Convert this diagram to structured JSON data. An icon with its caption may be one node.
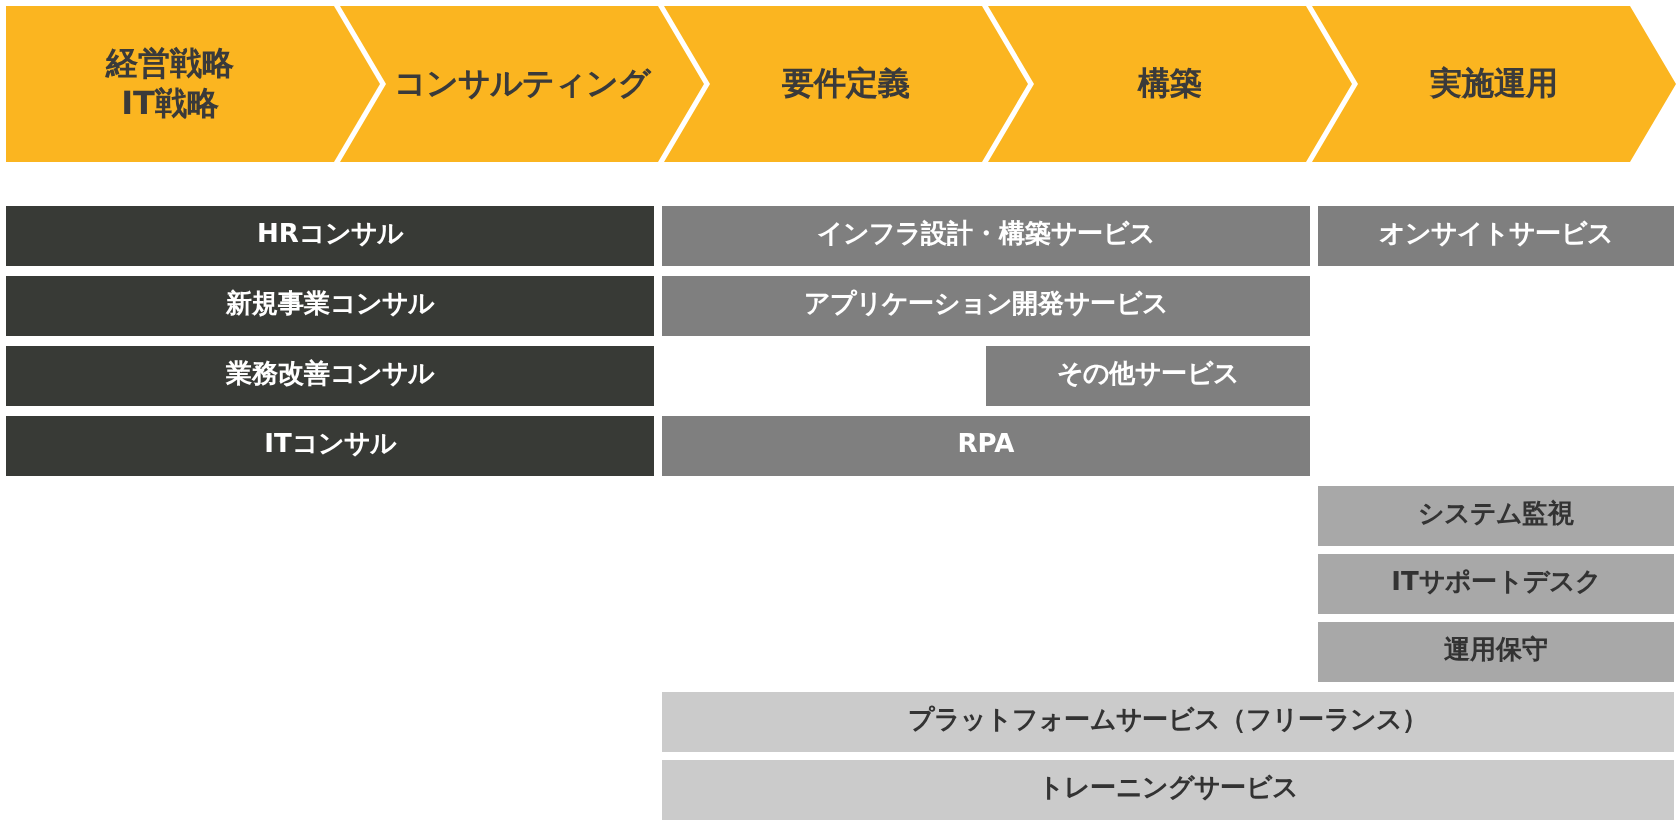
{
  "diagram": {
    "nodes": [
      {
        "text": [
          "経営戦略",
          "IT戦略"
        ]
      },
      {
        "text": [
          "コンサルティング"
        ]
      },
      {
        "text": [
          "要件定義"
        ]
      },
      {
        "text": [
          "構築"
        ]
      },
      {
        "text": [
          "実施運用"
        ]
      },
      {
        "text": [
          "HRコンサル"
        ]
      },
      {
        "text": [
          "インフラ設計・構築サービス"
        ]
      },
      {
        "text": [
          "オンサイトサービス"
        ]
      },
      {
        "text": [
          "新規事業コンサル"
        ]
      },
      {
        "text": [
          "アプリケーション開発サービス"
        ]
      },
      {
        "text": [
          "業務改善コンサル"
        ]
      },
      {
        "text": [
          "その他サービス"
        ]
      },
      {
        "text": [
          "ITコンサル"
        ]
      },
      {
        "text": [
          "RPA"
        ]
      },
      {
        "text": [
          "システム監視"
        ]
      },
      {
        "text": [
          "ITサポートデスク"
        ]
      },
      {
        "text": [
          "運用保守"
        ]
      },
      {
        "text": [
          "プラットフォームサービス（フリーランス）"
        ]
      },
      {
        "text": [
          "トレーニングサービス"
        ]
      }
    ]
  }
}
